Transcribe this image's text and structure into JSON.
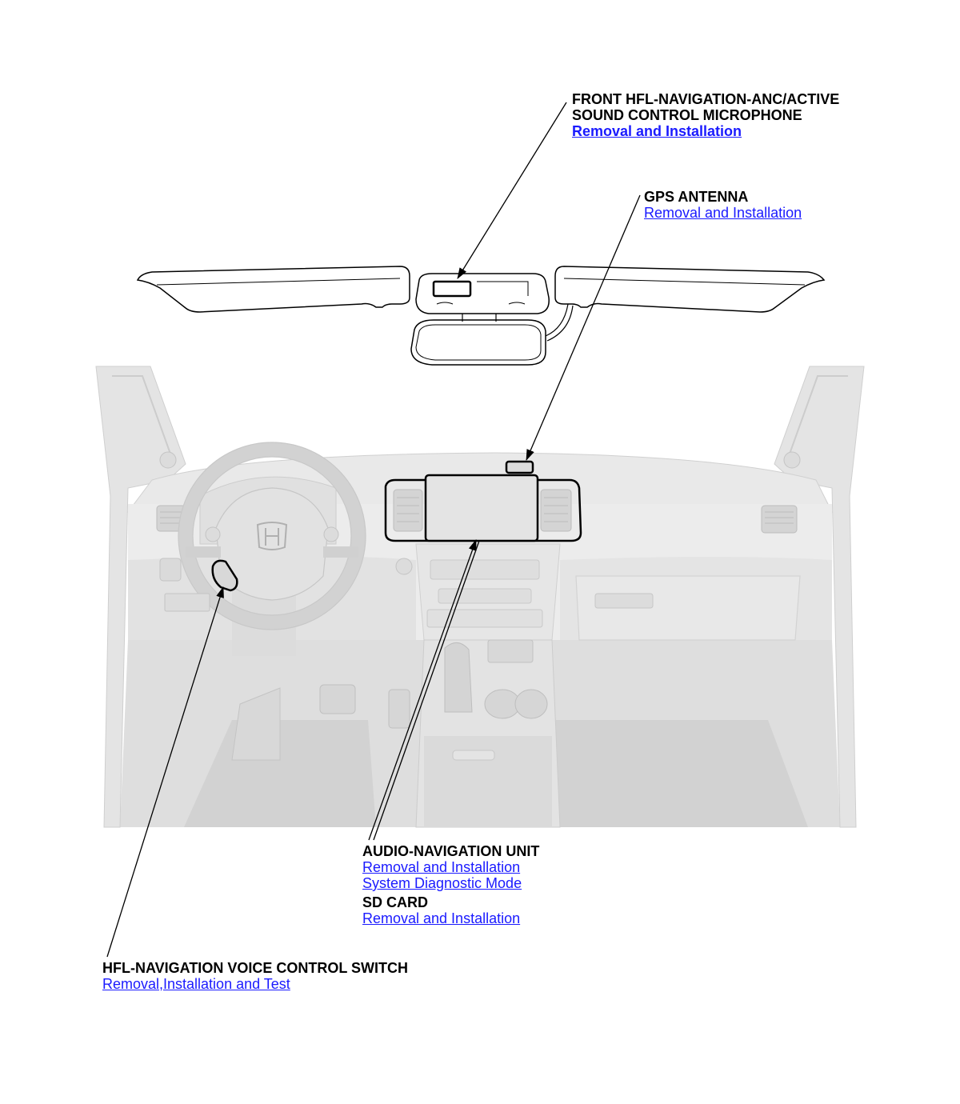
{
  "callouts": {
    "microphone": {
      "title_line1": "FRONT HFL-NAVIGATION-ANC/ACTIVE",
      "title_line2": "SOUND CONTROL MICROPHONE",
      "link": "Removal and Installation"
    },
    "gps_antenna": {
      "title": "GPS ANTENNA",
      "link": "Removal and Installation"
    },
    "audio_navigation_unit": {
      "title": "AUDIO-NAVIGATION UNIT",
      "link1": "Removal and Installation",
      "link2": "System Diagnostic Mode"
    },
    "sd_card": {
      "title": "SD CARD",
      "link": "Removal and Installation"
    },
    "voice_control_switch": {
      "title": "HFL-NAVIGATION VOICE CONTROL SWITCH",
      "link": "Removal,Installation and Test"
    }
  },
  "colors": {
    "link": "#1a1aff",
    "text": "#000000",
    "interior_fill": "#e6e6e6",
    "interior_shade": "#c9c9c9",
    "outline": "#000000"
  },
  "icons": {
    "logo": "honda-h-logo-icon"
  }
}
